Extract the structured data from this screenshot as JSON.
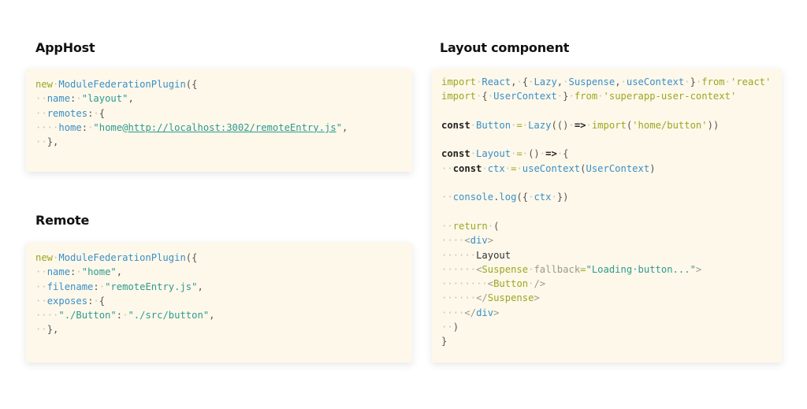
{
  "sections": {
    "apphost": {
      "title": "AppHost"
    },
    "remote": {
      "title": "Remote"
    },
    "layout": {
      "title": "Layout component"
    }
  },
  "apphost_code": [
    [
      {
        "t": "new",
        "c": "kw"
      },
      {
        "t": "·",
        "c": "ws"
      },
      {
        "t": "ModuleFederationPlugin",
        "c": "id"
      },
      {
        "t": "({",
        "c": "pun"
      }
    ],
    [
      {
        "t": "··",
        "c": "ws"
      },
      {
        "t": "name",
        "c": "id"
      },
      {
        "t": ":",
        "c": "pun"
      },
      {
        "t": "·",
        "c": "ws"
      },
      {
        "t": "\"layout\"",
        "c": "str"
      },
      {
        "t": ",",
        "c": "pun"
      }
    ],
    [
      {
        "t": "··",
        "c": "ws"
      },
      {
        "t": "remotes",
        "c": "id"
      },
      {
        "t": ":",
        "c": "pun"
      },
      {
        "t": "·",
        "c": "ws"
      },
      {
        "t": "{",
        "c": "pun"
      }
    ],
    [
      {
        "t": "··",
        "c": "ws"
      },
      {
        "t": "··",
        "c": "ws"
      },
      {
        "t": "home",
        "c": "id"
      },
      {
        "t": ":",
        "c": "pun"
      },
      {
        "t": "·",
        "c": "ws"
      },
      {
        "t": "\"home@",
        "c": "str"
      },
      {
        "t": "http://localhost:3002/remoteEntry.js",
        "c": "str lnk"
      },
      {
        "t": "\"",
        "c": "str"
      },
      {
        "t": ",",
        "c": "pun"
      }
    ],
    [
      {
        "t": "··",
        "c": "ws"
      },
      {
        "t": "},",
        "c": "pun"
      }
    ]
  ],
  "remote_code": [
    [
      {
        "t": "new",
        "c": "kw"
      },
      {
        "t": "·",
        "c": "ws"
      },
      {
        "t": "ModuleFederationPlugin",
        "c": "id"
      },
      {
        "t": "({",
        "c": "pun"
      }
    ],
    [
      {
        "t": "··",
        "c": "ws"
      },
      {
        "t": "name",
        "c": "id"
      },
      {
        "t": ":",
        "c": "pun"
      },
      {
        "t": "·",
        "c": "ws"
      },
      {
        "t": "\"home\"",
        "c": "str"
      },
      {
        "t": ",",
        "c": "pun"
      }
    ],
    [
      {
        "t": "··",
        "c": "ws"
      },
      {
        "t": "filename",
        "c": "id"
      },
      {
        "t": ":",
        "c": "pun"
      },
      {
        "t": "·",
        "c": "ws"
      },
      {
        "t": "\"remoteEntry.js\"",
        "c": "str"
      },
      {
        "t": ",",
        "c": "pun"
      }
    ],
    [
      {
        "t": "··",
        "c": "ws"
      },
      {
        "t": "exposes",
        "c": "id"
      },
      {
        "t": ":",
        "c": "pun"
      },
      {
        "t": "·",
        "c": "ws"
      },
      {
        "t": "{",
        "c": "pun"
      }
    ],
    [
      {
        "t": "··",
        "c": "ws"
      },
      {
        "t": "··",
        "c": "ws"
      },
      {
        "t": "\"./Button\"",
        "c": "str"
      },
      {
        "t": ":",
        "c": "pun"
      },
      {
        "t": "·",
        "c": "ws"
      },
      {
        "t": "\"./src/button\"",
        "c": "str"
      },
      {
        "t": ",",
        "c": "pun"
      }
    ],
    [
      {
        "t": "··",
        "c": "ws"
      },
      {
        "t": "},",
        "c": "pun"
      }
    ]
  ],
  "layout_code": [
    [
      {
        "t": "import",
        "c": "kw"
      },
      {
        "t": "·",
        "c": "ws"
      },
      {
        "t": "React",
        "c": "id"
      },
      {
        "t": ",",
        "c": "pun"
      },
      {
        "t": "·",
        "c": "ws"
      },
      {
        "t": "{",
        "c": "pun"
      },
      {
        "t": "·",
        "c": "ws"
      },
      {
        "t": "Lazy",
        "c": "id"
      },
      {
        "t": ",",
        "c": "pun"
      },
      {
        "t": "·",
        "c": "ws"
      },
      {
        "t": "Suspense",
        "c": "id"
      },
      {
        "t": ",",
        "c": "pun"
      },
      {
        "t": "·",
        "c": "ws"
      },
      {
        "t": "useContext",
        "c": "id"
      },
      {
        "t": "·",
        "c": "ws"
      },
      {
        "t": "}",
        "c": "pun"
      },
      {
        "t": "·",
        "c": "ws"
      },
      {
        "t": "from",
        "c": "kw"
      },
      {
        "t": "·",
        "c": "ws"
      },
      {
        "t": "'react'",
        "c": "kw"
      }
    ],
    [
      {
        "t": "import",
        "c": "kw"
      },
      {
        "t": "·",
        "c": "ws"
      },
      {
        "t": "{",
        "c": "pun"
      },
      {
        "t": "·",
        "c": "ws"
      },
      {
        "t": "UserContext",
        "c": "id"
      },
      {
        "t": "·",
        "c": "ws"
      },
      {
        "t": "}",
        "c": "pun"
      },
      {
        "t": "·",
        "c": "ws"
      },
      {
        "t": "from",
        "c": "kw"
      },
      {
        "t": "·",
        "c": "ws"
      },
      {
        "t": "'superapp-user-context'",
        "c": "kw"
      }
    ],
    [],
    [
      {
        "t": "const",
        "c": "kwb"
      },
      {
        "t": "·",
        "c": "ws"
      },
      {
        "t": "Button",
        "c": "id"
      },
      {
        "t": "·",
        "c": "ws"
      },
      {
        "t": "=",
        "c": "kw"
      },
      {
        "t": "·",
        "c": "ws"
      },
      {
        "t": "Lazy",
        "c": "id"
      },
      {
        "t": "(()",
        "c": "pun"
      },
      {
        "t": "·",
        "c": "ws"
      },
      {
        "t": "=>",
        "c": "kwb"
      },
      {
        "t": "·",
        "c": "ws"
      },
      {
        "t": "import",
        "c": "kw"
      },
      {
        "t": "(",
        "c": "pun"
      },
      {
        "t": "'home/button'",
        "c": "kw"
      },
      {
        "t": "))",
        "c": "pun"
      }
    ],
    [],
    [
      {
        "t": "const",
        "c": "kwb"
      },
      {
        "t": "·",
        "c": "ws"
      },
      {
        "t": "Layout",
        "c": "id"
      },
      {
        "t": "·",
        "c": "ws"
      },
      {
        "t": "=",
        "c": "kw"
      },
      {
        "t": "·",
        "c": "ws"
      },
      {
        "t": "()",
        "c": "pun"
      },
      {
        "t": "·",
        "c": "ws"
      },
      {
        "t": "=>",
        "c": "kwb"
      },
      {
        "t": "·",
        "c": "ws"
      },
      {
        "t": "{",
        "c": "pun"
      }
    ],
    [
      {
        "t": "··",
        "c": "ws"
      },
      {
        "t": "const",
        "c": "kwb"
      },
      {
        "t": "·",
        "c": "ws"
      },
      {
        "t": "ctx",
        "c": "id"
      },
      {
        "t": "·",
        "c": "ws"
      },
      {
        "t": "=",
        "c": "kw"
      },
      {
        "t": "·",
        "c": "ws"
      },
      {
        "t": "useContext",
        "c": "id"
      },
      {
        "t": "(",
        "c": "pun"
      },
      {
        "t": "UserContext",
        "c": "id"
      },
      {
        "t": ")",
        "c": "pun"
      }
    ],
    [],
    [
      {
        "t": "··",
        "c": "ws"
      },
      {
        "t": "console",
        "c": "id"
      },
      {
        "t": ".",
        "c": "pun"
      },
      {
        "t": "log",
        "c": "id"
      },
      {
        "t": "({",
        "c": "pun"
      },
      {
        "t": "·",
        "c": "ws"
      },
      {
        "t": "ctx",
        "c": "id"
      },
      {
        "t": "·",
        "c": "ws"
      },
      {
        "t": "})",
        "c": "pun"
      }
    ],
    [],
    [
      {
        "t": "··",
        "c": "ws"
      },
      {
        "t": "return",
        "c": "kw"
      },
      {
        "t": "·",
        "c": "ws"
      },
      {
        "t": "(",
        "c": "pun"
      }
    ],
    [
      {
        "t": "··",
        "c": "ws"
      },
      {
        "t": "··",
        "c": "ws"
      },
      {
        "t": "<",
        "c": "attr"
      },
      {
        "t": "div",
        "c": "id"
      },
      {
        "t": ">",
        "c": "attr"
      }
    ],
    [
      {
        "t": "··",
        "c": "ws"
      },
      {
        "t": "··",
        "c": "ws"
      },
      {
        "t": "··",
        "c": "ws"
      },
      {
        "t": "Layout",
        "c": "plain"
      }
    ],
    [
      {
        "t": "··",
        "c": "ws"
      },
      {
        "t": "··",
        "c": "ws"
      },
      {
        "t": "··",
        "c": "ws"
      },
      {
        "t": "<",
        "c": "attr"
      },
      {
        "t": "Suspense",
        "c": "tag"
      },
      {
        "t": "·",
        "c": "ws"
      },
      {
        "t": "fallback",
        "c": "attr"
      },
      {
        "t": "=",
        "c": "kw"
      },
      {
        "t": "\"Loading·button...\"",
        "c": "str"
      },
      {
        "t": ">",
        "c": "attr"
      }
    ],
    [
      {
        "t": "··",
        "c": "ws"
      },
      {
        "t": "··",
        "c": "ws"
      },
      {
        "t": "··",
        "c": "ws"
      },
      {
        "t": "··",
        "c": "ws"
      },
      {
        "t": "<",
        "c": "attr"
      },
      {
        "t": "Button",
        "c": "tag"
      },
      {
        "t": "·",
        "c": "ws"
      },
      {
        "t": "/>",
        "c": "attr"
      }
    ],
    [
      {
        "t": "··",
        "c": "ws"
      },
      {
        "t": "··",
        "c": "ws"
      },
      {
        "t": "··",
        "c": "ws"
      },
      {
        "t": "</",
        "c": "attr"
      },
      {
        "t": "Suspense",
        "c": "tag"
      },
      {
        "t": ">",
        "c": "attr"
      }
    ],
    [
      {
        "t": "··",
        "c": "ws"
      },
      {
        "t": "··",
        "c": "ws"
      },
      {
        "t": "</",
        "c": "attr"
      },
      {
        "t": "div",
        "c": "id"
      },
      {
        "t": ">",
        "c": "attr"
      }
    ],
    [
      {
        "t": "··",
        "c": "ws"
      },
      {
        "t": ")",
        "c": "pun"
      }
    ],
    [
      {
        "t": "}",
        "c": "pun"
      }
    ]
  ]
}
